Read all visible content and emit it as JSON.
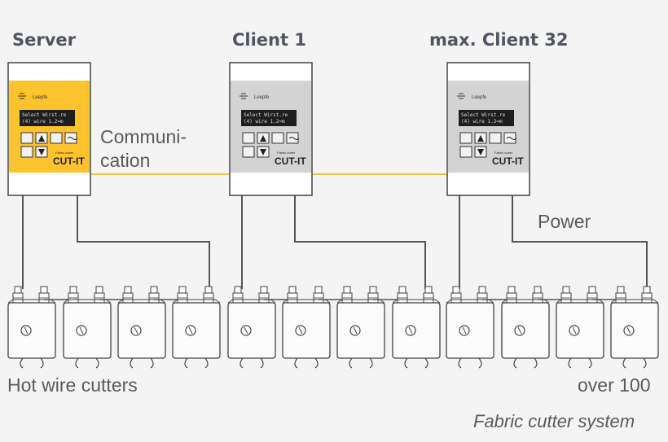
{
  "titles": {
    "server": "Server",
    "client1": "Client 1",
    "client32": "max. Client 32"
  },
  "labels": {
    "communication_line1": "Communi-",
    "communication_line2": "cation",
    "power": "Power",
    "hot_wire_cutters": "Hot wire cutters",
    "over_100": "over 100",
    "caption": "Fabric cutter system"
  },
  "device": {
    "brand": "Leepfe",
    "display_line1": "Select Wirst.re",
    "display_line2": "(4) wire 1.2=m",
    "product_small": "Fabric cutter",
    "product": "CUT-IT"
  },
  "colors": {
    "server_panel": "#fdc32d",
    "client_panel": "#d3d3d3",
    "communication_line": "#f3c443",
    "wire": "#555555",
    "cutter_body": "#fbfbfb",
    "outline": "#444444"
  }
}
